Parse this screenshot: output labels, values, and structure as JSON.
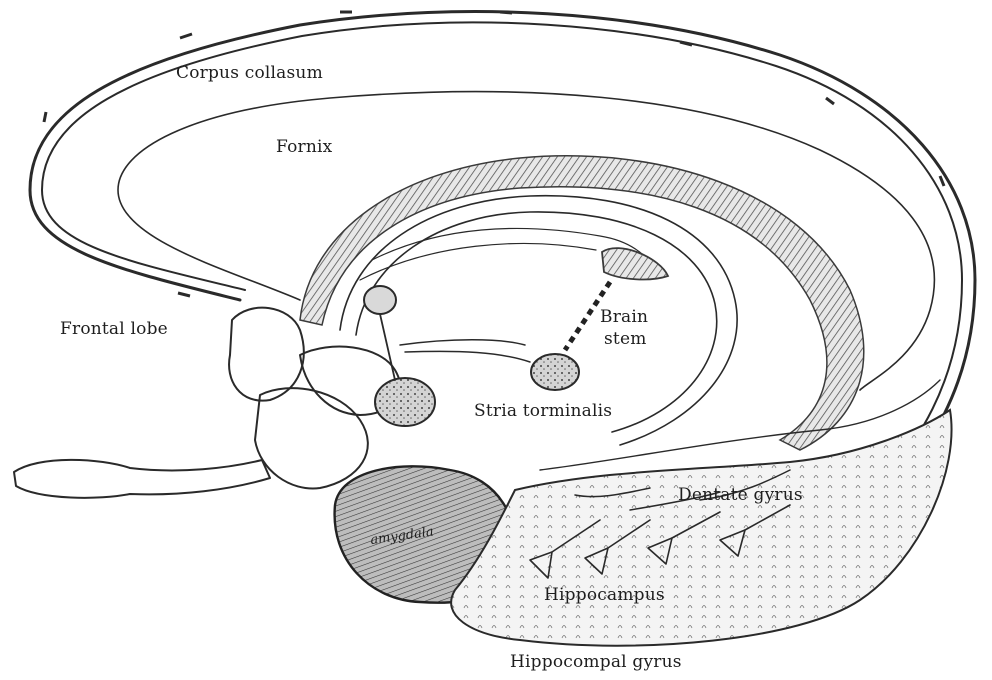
{
  "diagram": {
    "labels": {
      "corpus": "Corpus collasum",
      "fornix": "Fornix",
      "frontal": "Frontal lobe",
      "brain_stem_line1": "Brain",
      "brain_stem_line2": "stem",
      "stria": "Stria torminalis",
      "dentate": "Dentate gyrus",
      "hippocampus": "Hippocampus",
      "hippocampal_gyrus": "Hippocompal gyrus",
      "amygdala": "amygdala"
    }
  }
}
